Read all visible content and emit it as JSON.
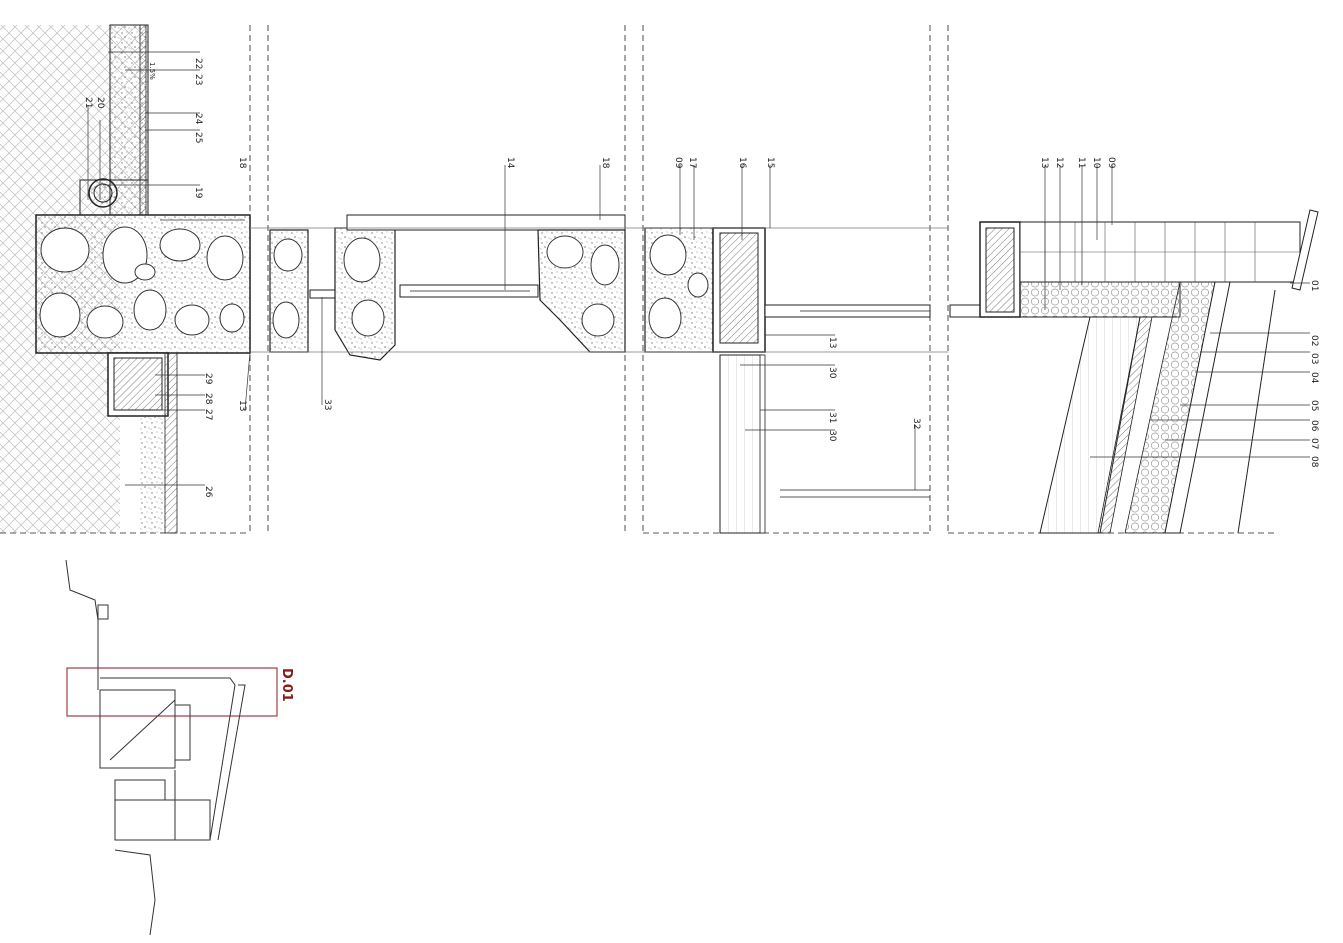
{
  "detail_label": "D.01",
  "dimension_label": "1.5%",
  "callouts": {
    "c01": "01",
    "c02": "02",
    "c03": "03",
    "c04": "04",
    "c05": "05",
    "c06": "06",
    "c07": "07",
    "c08": "08",
    "c09a": "09",
    "c09b": "09",
    "c10": "10",
    "c11": "11",
    "c12": "12",
    "c13a": "13",
    "c13b": "13",
    "c13c": "13",
    "c14": "14",
    "c15": "15",
    "c16": "16",
    "c17": "17",
    "c18a": "18",
    "c18b": "18",
    "c19": "19",
    "c20": "20",
    "c21": "21",
    "c22": "22",
    "c23": "23",
    "c24": "24",
    "c25": "25",
    "c26": "26",
    "c27": "27",
    "c28": "28",
    "c29": "29",
    "c30a": "30",
    "c30b": "30",
    "c31": "31",
    "c32": "32",
    "c33": "33"
  },
  "colors": {
    "line": "#222222",
    "key_frame": "#8b1a1a",
    "hatch": "#b8b8b8"
  }
}
